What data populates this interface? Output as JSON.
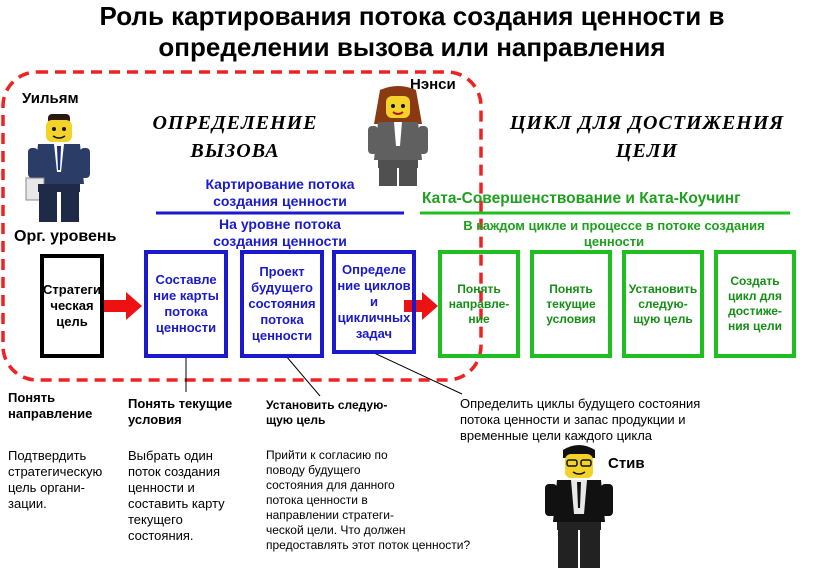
{
  "title": {
    "line1": "Роль картирования потока создания ценности в",
    "line2": "определении вызова или направления"
  },
  "people": {
    "william": "Уильям",
    "nancy": "Нэнси",
    "steve": "Стив"
  },
  "headers": {
    "challenge_line1": "ОПРЕДЕЛЕНИЕ",
    "challenge_line2": "ВЫЗОВА",
    "cycle_line1": "ЦИКЛ ДЛЯ ДОСТИЖЕНИЯ",
    "cycle_line2": "ЦЕЛИ"
  },
  "blue_section": {
    "top_line1": "Картирование потока",
    "top_line2": "создания ценности",
    "bottom_line1": "На уровне потока",
    "bottom_line2": "создания ценности"
  },
  "green_section": {
    "title": "Ката-Совершенствование и Ката-Коучинг",
    "subtitle_line1": "В каждом цикле и процессе в потоке создания",
    "subtitle_line2": "ценности"
  },
  "org_level": "Орг. уровень",
  "boxes": {
    "strategic": "Стратеги ческая цель",
    "blue1": "Составле ние карты потока ценности",
    "blue2": "Проект будущего состояния потока ценности",
    "blue3": "Определе ние циклов и цикличных задач",
    "green1": "Понять направле- ние",
    "green2": "Понять текущие условия",
    "green3": "Установить следую- щую цель",
    "green4": "Создать цикл для достиже- ния цели"
  },
  "notes": {
    "col1_title_line1": "Понять",
    "col1_title_line2": "направление",
    "col1_body": [
      "Подтвердить",
      "стратегическую",
      "цель органи-",
      "зации."
    ],
    "col2_title_line1": "Понять текущие",
    "col2_title_line2": "условия",
    "col2_body": [
      "Выбрать один",
      "поток создания",
      "ценности и",
      "составить карту",
      "текущего",
      "состояния."
    ],
    "col3_title_line1": "Установить следую-",
    "col3_title_line2": "щую цель",
    "col3_body": [
      "Прийти к согласию по",
      "поводу будущего",
      "состояния для данного",
      "потока ценности в",
      "направлении стратеги-",
      "ческой цели. Что должен",
      "предоставлять этот поток ценности?"
    ],
    "right_body": [
      "Определить циклы будущего состояния",
      "потока ценности и запас продукции и",
      "временные цели каждого цикла"
    ]
  },
  "colors": {
    "blue": "#1a1acc",
    "green": "#1fbf1f",
    "red_dashed": "#ee2222",
    "red_arrow": "#ee1111"
  },
  "icons": [
    "lego-figure-william",
    "lego-figure-nancy",
    "lego-figure-steve",
    "red-arrow-icon"
  ]
}
